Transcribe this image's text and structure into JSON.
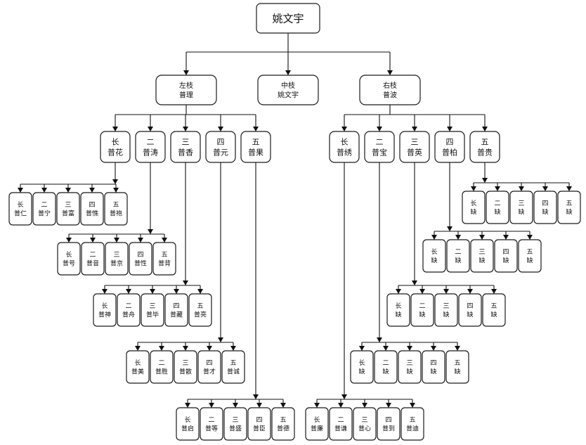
{
  "root": {
    "lines": [
      "姚文宇"
    ]
  },
  "branches": [
    {
      "lines": [
        "左枝",
        "普理"
      ]
    },
    {
      "lines": [
        "中枝",
        "姚文宇"
      ]
    },
    {
      "lines": [
        "右枝",
        "普波"
      ]
    }
  ],
  "left_children": [
    {
      "lines": [
        "长",
        "普花"
      ]
    },
    {
      "lines": [
        "二",
        "普涛"
      ]
    },
    {
      "lines": [
        "三",
        "普香"
      ]
    },
    {
      "lines": [
        "四",
        "普元"
      ]
    },
    {
      "lines": [
        "五",
        "普果"
      ]
    }
  ],
  "right_children": [
    {
      "lines": [
        "长",
        "普绣"
      ]
    },
    {
      "lines": [
        "二",
        "普宝"
      ]
    },
    {
      "lines": [
        "三",
        "普英"
      ]
    },
    {
      "lines": [
        "四",
        "普柏"
      ]
    },
    {
      "lines": [
        "五",
        "普贵"
      ]
    }
  ],
  "grandchildren": [
    [
      {
        "lines": [
          "长",
          "普仁"
        ]
      },
      {
        "lines": [
          "二",
          "普宁"
        ]
      },
      {
        "lines": [
          "三",
          "普富"
        ]
      },
      {
        "lines": [
          "四",
          "普憔"
        ]
      },
      {
        "lines": [
          "五",
          "普袍"
        ]
      }
    ],
    [
      {
        "lines": [
          "长",
          "普号"
        ]
      },
      {
        "lines": [
          "二",
          "普音"
        ]
      },
      {
        "lines": [
          "三",
          "普京"
        ]
      },
      {
        "lines": [
          "四",
          "普性"
        ]
      },
      {
        "lines": [
          "五",
          "普背"
        ]
      }
    ],
    [
      {
        "lines": [
          "长",
          "普神"
        ]
      },
      {
        "lines": [
          "二",
          "普舟"
        ]
      },
      {
        "lines": [
          "三",
          "普毕"
        ]
      },
      {
        "lines": [
          "四",
          "普藏"
        ]
      },
      {
        "lines": [
          "五",
          "普亮"
        ]
      }
    ],
    [
      {
        "lines": [
          "长",
          "普美"
        ]
      },
      {
        "lines": [
          "二",
          "普胜"
        ]
      },
      {
        "lines": [
          "三",
          "普散"
        ]
      },
      {
        "lines": [
          "四",
          "普才"
        ]
      },
      {
        "lines": [
          "五",
          "普诚"
        ]
      }
    ],
    [
      {
        "lines": [
          "长",
          "普启"
        ]
      },
      {
        "lines": [
          "二",
          "普等"
        ]
      },
      {
        "lines": [
          "三",
          "普盛"
        ]
      },
      {
        "lines": [
          "四",
          "普臣"
        ]
      },
      {
        "lines": [
          "五",
          "普德"
        ]
      }
    ],
    [
      {
        "lines": [
          "长",
          "普廉"
        ]
      },
      {
        "lines": [
          "二",
          "普谦"
        ]
      },
      {
        "lines": [
          "三",
          "普心"
        ]
      },
      {
        "lines": [
          "四",
          "普到"
        ]
      },
      {
        "lines": [
          "五",
          "普迪"
        ]
      }
    ],
    [
      {
        "lines": [
          "长",
          "缺"
        ]
      },
      {
        "lines": [
          "二",
          "缺"
        ]
      },
      {
        "lines": [
          "三",
          "缺"
        ]
      },
      {
        "lines": [
          "四",
          "缺"
        ]
      },
      {
        "lines": [
          "五",
          "缺"
        ]
      }
    ],
    [
      {
        "lines": [
          "长",
          "缺"
        ]
      },
      {
        "lines": [
          "二",
          "缺"
        ]
      },
      {
        "lines": [
          "三",
          "缺"
        ]
      },
      {
        "lines": [
          "四",
          "缺"
        ]
      },
      {
        "lines": [
          "五",
          "缺"
        ]
      }
    ],
    [
      {
        "lines": [
          "长",
          "缺"
        ]
      },
      {
        "lines": [
          "二",
          "缺"
        ]
      },
      {
        "lines": [
          "三",
          "缺"
        ]
      },
      {
        "lines": [
          "四",
          "缺"
        ]
      },
      {
        "lines": [
          "五",
          "缺"
        ]
      }
    ],
    [
      {
        "lines": [
          "长",
          "缺"
        ]
      },
      {
        "lines": [
          "二",
          "缺"
        ]
      },
      {
        "lines": [
          "三",
          "缺"
        ]
      },
      {
        "lines": [
          "四",
          "缺"
        ]
      },
      {
        "lines": [
          "五",
          "缺"
        ]
      }
    ]
  ]
}
